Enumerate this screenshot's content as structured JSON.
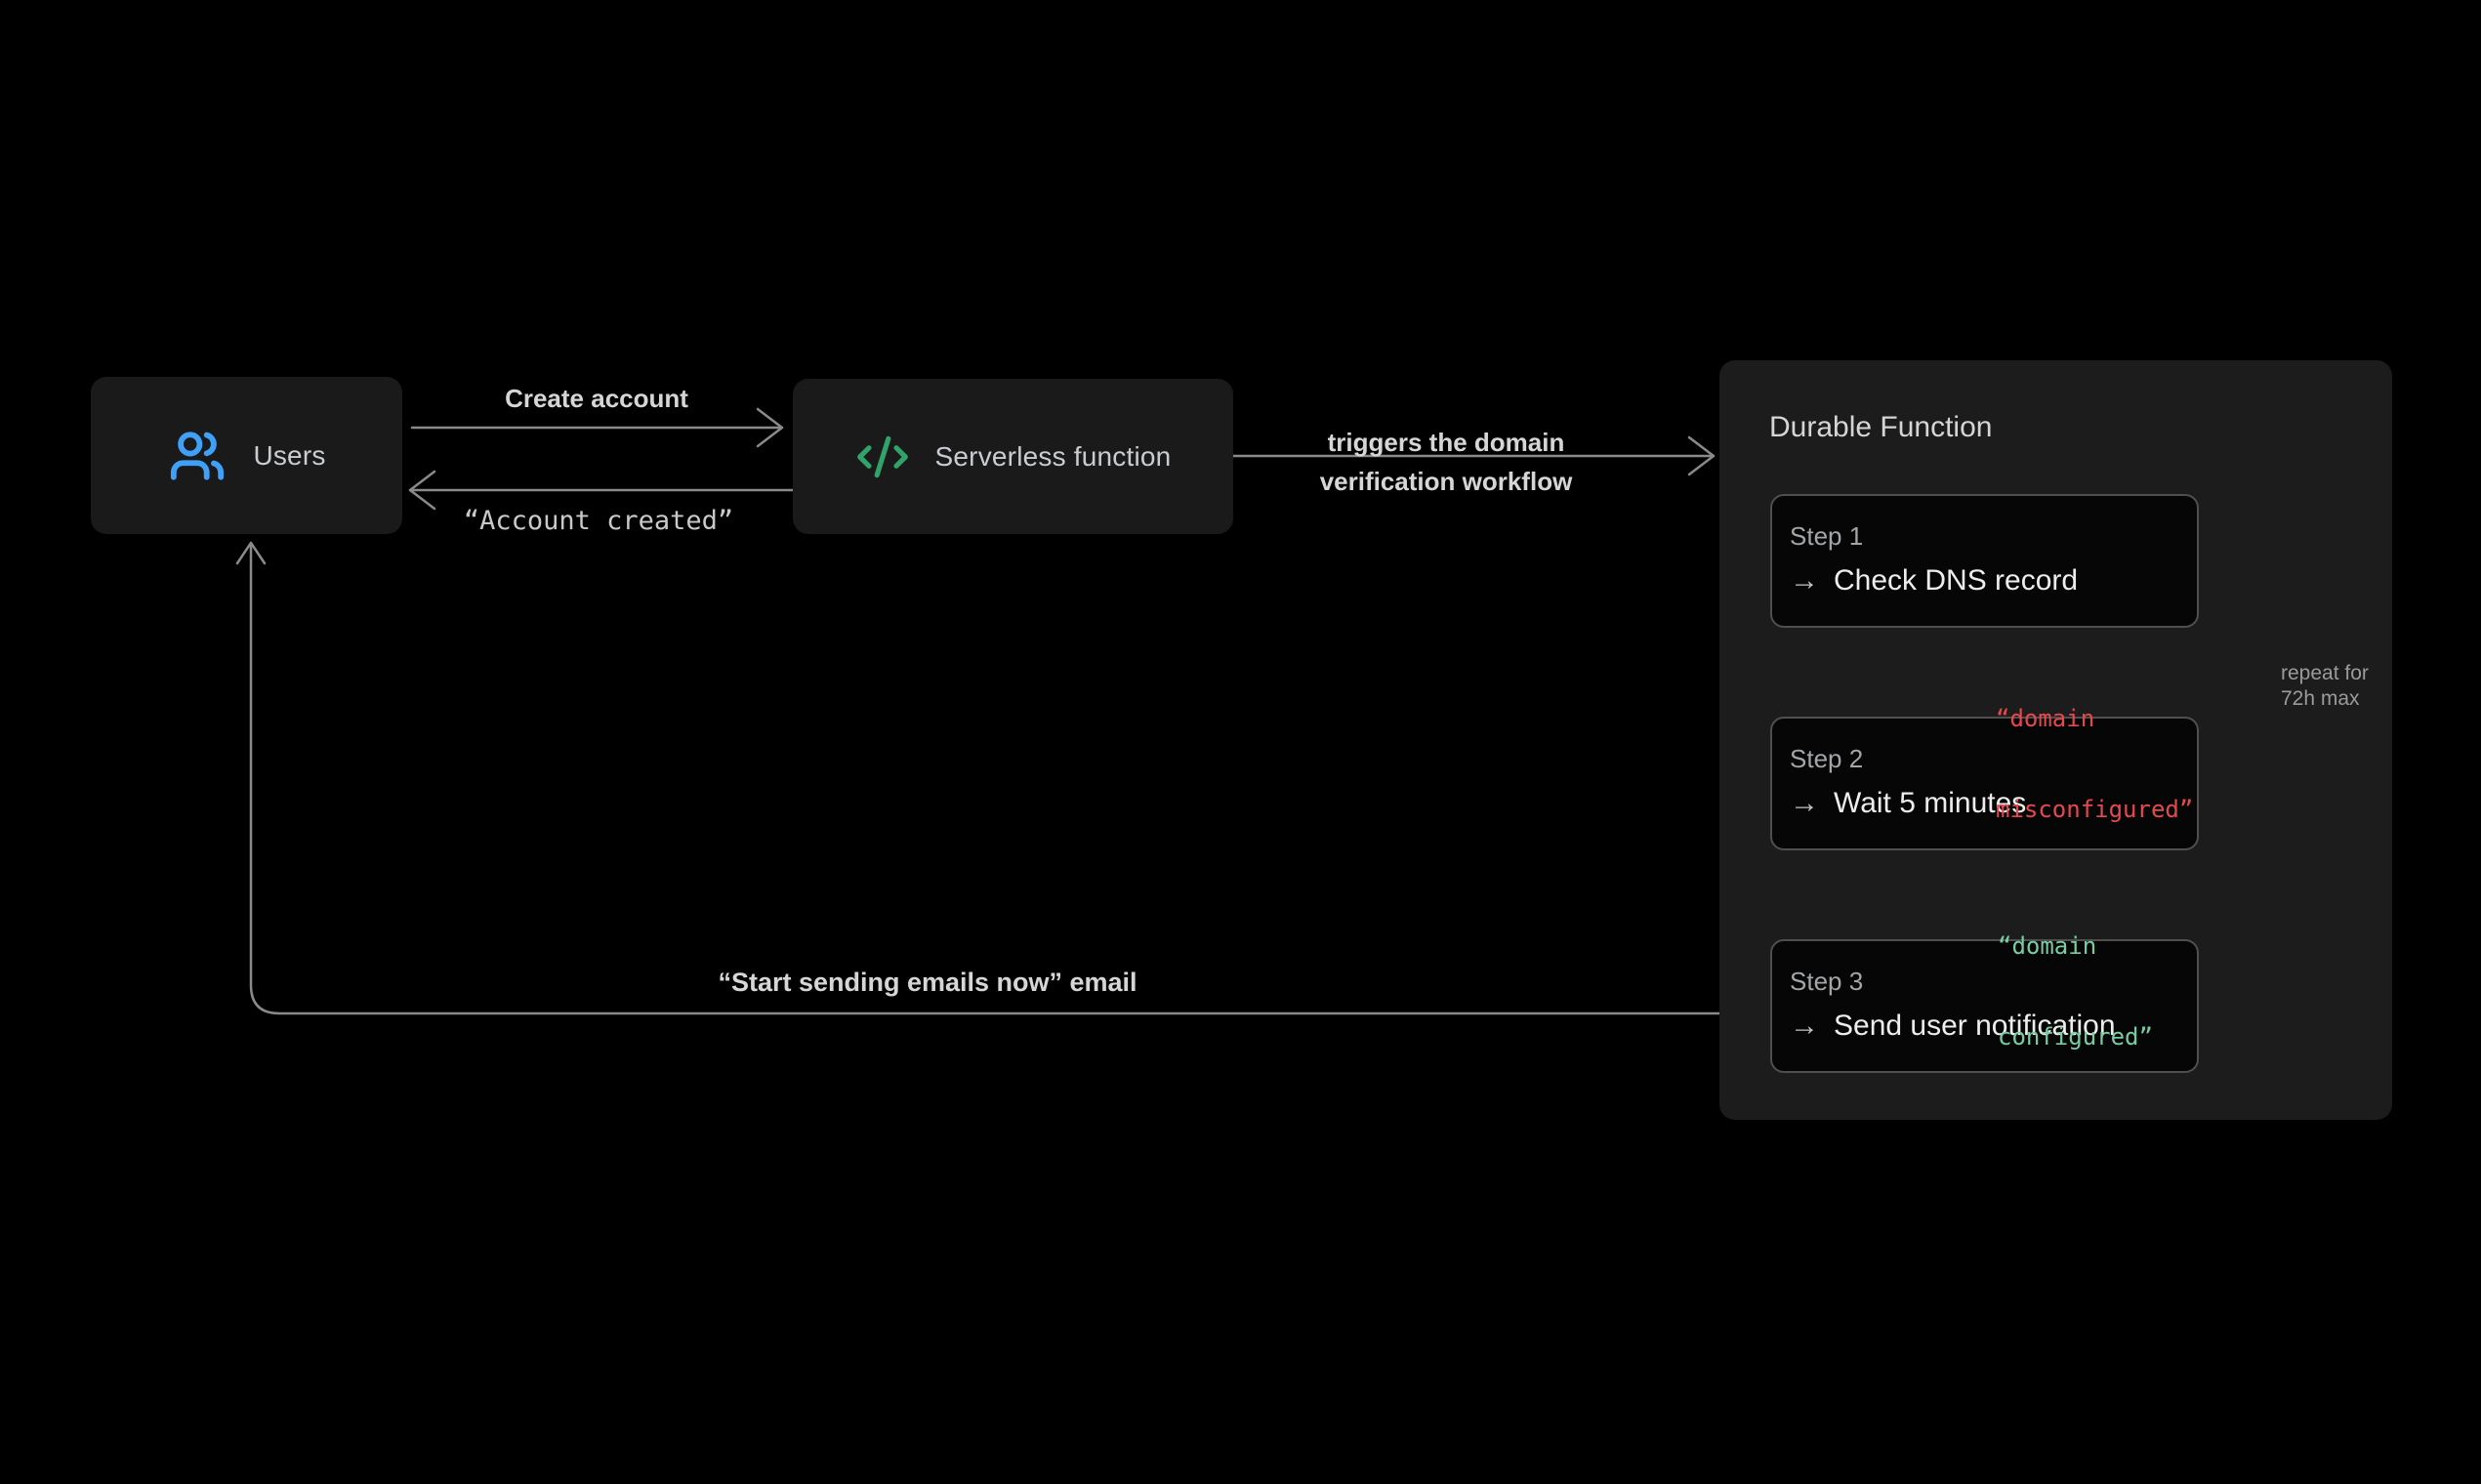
{
  "users_box": {
    "label": "Users"
  },
  "serverless_box": {
    "label": "Serverless function"
  },
  "edges": {
    "create_account": {
      "label": "Create account"
    },
    "account_created": {
      "label": "“Account created”"
    },
    "triggers": {
      "label_line1": "triggers the domain",
      "label_line2": "verification workflow"
    },
    "start_sending": {
      "label": "“Start sending emails now” email"
    }
  },
  "durable_panel": {
    "title": "Durable Function",
    "arrow_glyph": "→",
    "steps": [
      {
        "label": "Step 1",
        "action": "Check DNS record"
      },
      {
        "label": "Step 2",
        "action": "Wait 5 minutes"
      },
      {
        "label": "Step 3",
        "action": "Send user notification"
      }
    ],
    "misconfigured_label": {
      "line1": "“domain",
      "line2": "misconfigured”"
    },
    "configured_label": {
      "line1": "“domain",
      "line2": "configured”"
    },
    "repeat_label": {
      "line1": "repeat for",
      "line2": "72h max"
    }
  },
  "colors": {
    "background": "#000000",
    "node_fill": "#1a1a1a",
    "panel_fill": "#1c1c1c",
    "step_fill": "#060606",
    "step_border": "#4f4f4f",
    "connector_gray": "#8a8a8a",
    "users_icon_blue": "#3ea0f6",
    "code_icon_green": "#2fa368",
    "error_red": "#e5484d",
    "success_green": "#77cda1"
  }
}
